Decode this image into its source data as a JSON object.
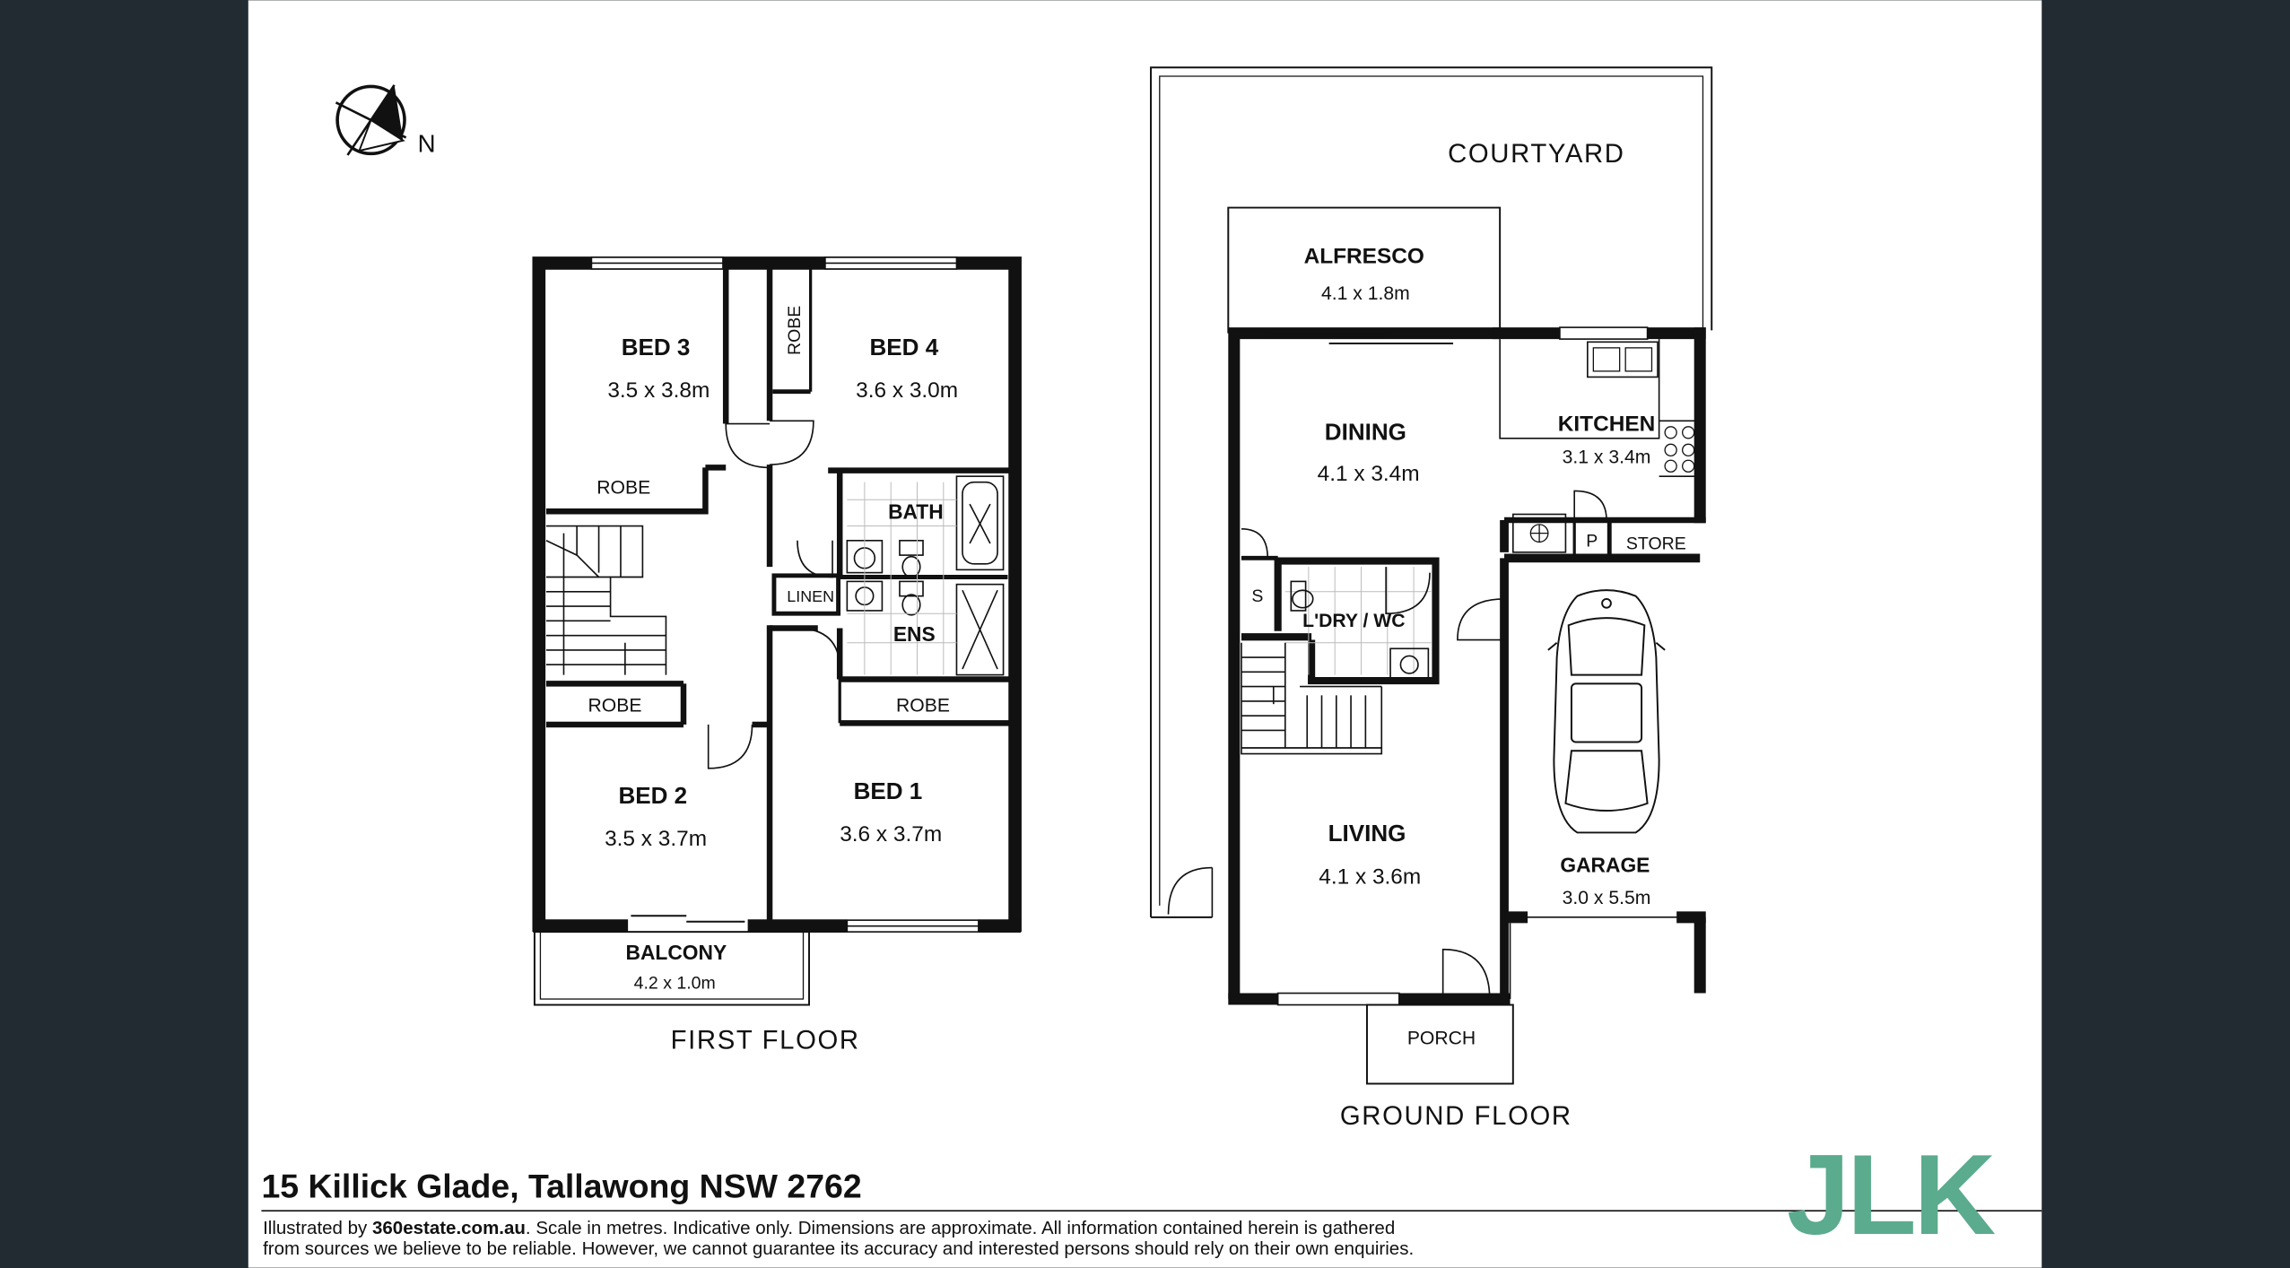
{
  "compass": {
    "label": "N",
    "icon": "compass-icon"
  },
  "first_floor": {
    "title": "FIRST FLOOR",
    "rooms": {
      "bed3": {
        "name": "BED 3",
        "dims": "3.5 x 3.8m"
      },
      "bed4": {
        "name": "BED 4",
        "dims": "3.6 x 3.0m"
      },
      "bed2": {
        "name": "BED 2",
        "dims": "3.5 x 3.7m"
      },
      "bed1": {
        "name": "BED 1",
        "dims": "3.6 x 3.7m"
      },
      "balcony": {
        "name": "BALCONY",
        "dims": "4.2 x 1.0m"
      },
      "bath": {
        "name": "BATH"
      },
      "ens": {
        "name": "ENS"
      },
      "linen": {
        "name": "LINEN"
      },
      "robe_bed3": {
        "name": "ROBE"
      },
      "robe_bed4": {
        "name": "ROBE"
      },
      "robe_bed2": {
        "name": "ROBE"
      },
      "robe_bed1": {
        "name": "ROBE"
      }
    }
  },
  "ground_floor": {
    "title": "GROUND FLOOR",
    "rooms": {
      "courtyard": {
        "name": "COURTYARD"
      },
      "alfresco": {
        "name": "ALFRESCO",
        "dims": "4.1 x 1.8m"
      },
      "dining": {
        "name": "DINING",
        "dims": "4.1 x 3.4m"
      },
      "kitchen": {
        "name": "KITCHEN",
        "dims": "3.1 x 3.4m"
      },
      "living": {
        "name": "LIVING",
        "dims": "4.1 x 3.6m"
      },
      "garage": {
        "name": "GARAGE",
        "dims": "3.0 x 5.5m"
      },
      "laundry": {
        "name": "L'DRY / WC"
      },
      "porch": {
        "name": "PORCH"
      },
      "store": {
        "name": "STORE"
      },
      "pantry": {
        "name": "P"
      },
      "storage": {
        "name": "S"
      }
    }
  },
  "footer": {
    "address": "15 Killick Glade, Tallawong NSW 2762",
    "disclaimer_line1_prefix": "Illustrated by ",
    "disclaimer_brand": "360estate.com.au",
    "disclaimer_line1_suffix": ". Scale in metres. Indicative only. Dimensions are approximate. All information contained herein is gathered",
    "disclaimer_line2": "from sources we believe to be reliable. However, we cannot guarantee its accuracy and interested persons should rely on their own enquiries.",
    "logo": "JLK"
  },
  "colors": {
    "background": "#222b31",
    "paper": "#ffffff",
    "wall": "#111111",
    "logo": "#5bab8e"
  }
}
